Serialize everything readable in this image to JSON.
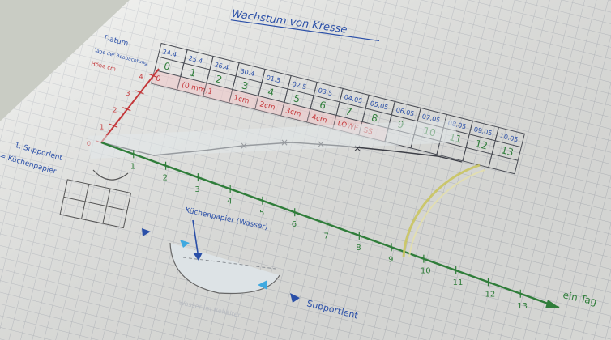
{
  "title": "Wachstum von Kresse",
  "header_labels": {
    "dates": "Datum",
    "days": "Tage der Beobachtung",
    "height": "Höhe cm"
  },
  "dates": [
    "24.4",
    "25.4",
    "26.4",
    "30.4",
    "01.5",
    "02.5",
    "03.5",
    "04.05",
    "05.05",
    "06.05",
    "07.05",
    "08.05",
    "09.05",
    "10.05"
  ],
  "day_numbers": [
    "0",
    "1",
    "2",
    "3",
    "4",
    "5",
    "6",
    "7",
    "8",
    "9",
    "10",
    "11",
    "12",
    "13"
  ],
  "heights": [
    "0",
    "(0 mm)",
    "1",
    "1cm",
    "2cm",
    "3cm",
    "4cm",
    "LOWE",
    "SS"
  ],
  "y_ticks": [
    "0",
    "1",
    "2",
    "3",
    "4"
  ],
  "axis_ticks": [
    "1",
    "2",
    "3",
    "4",
    "5",
    "6",
    "7",
    "8",
    "9",
    "10",
    "11",
    "12",
    "13"
  ],
  "axis_label": "ein Tag",
  "notes": {
    "support_left": "1. Supporlent",
    "support_left_2": "= Küchenpapier",
    "kuechenpapier_bowl": "Küchenpapier (Wasser)",
    "support_right": "Supportlent",
    "bowl_label": "Wasser im Behälter"
  },
  "colors": {
    "paper": "#f4f5f2",
    "grid": "#c2c6cc",
    "green_axis": "#2f7d3a",
    "red": "#c4373a",
    "blue": "#2a4fa8",
    "pencil": "#6d7077"
  }
}
